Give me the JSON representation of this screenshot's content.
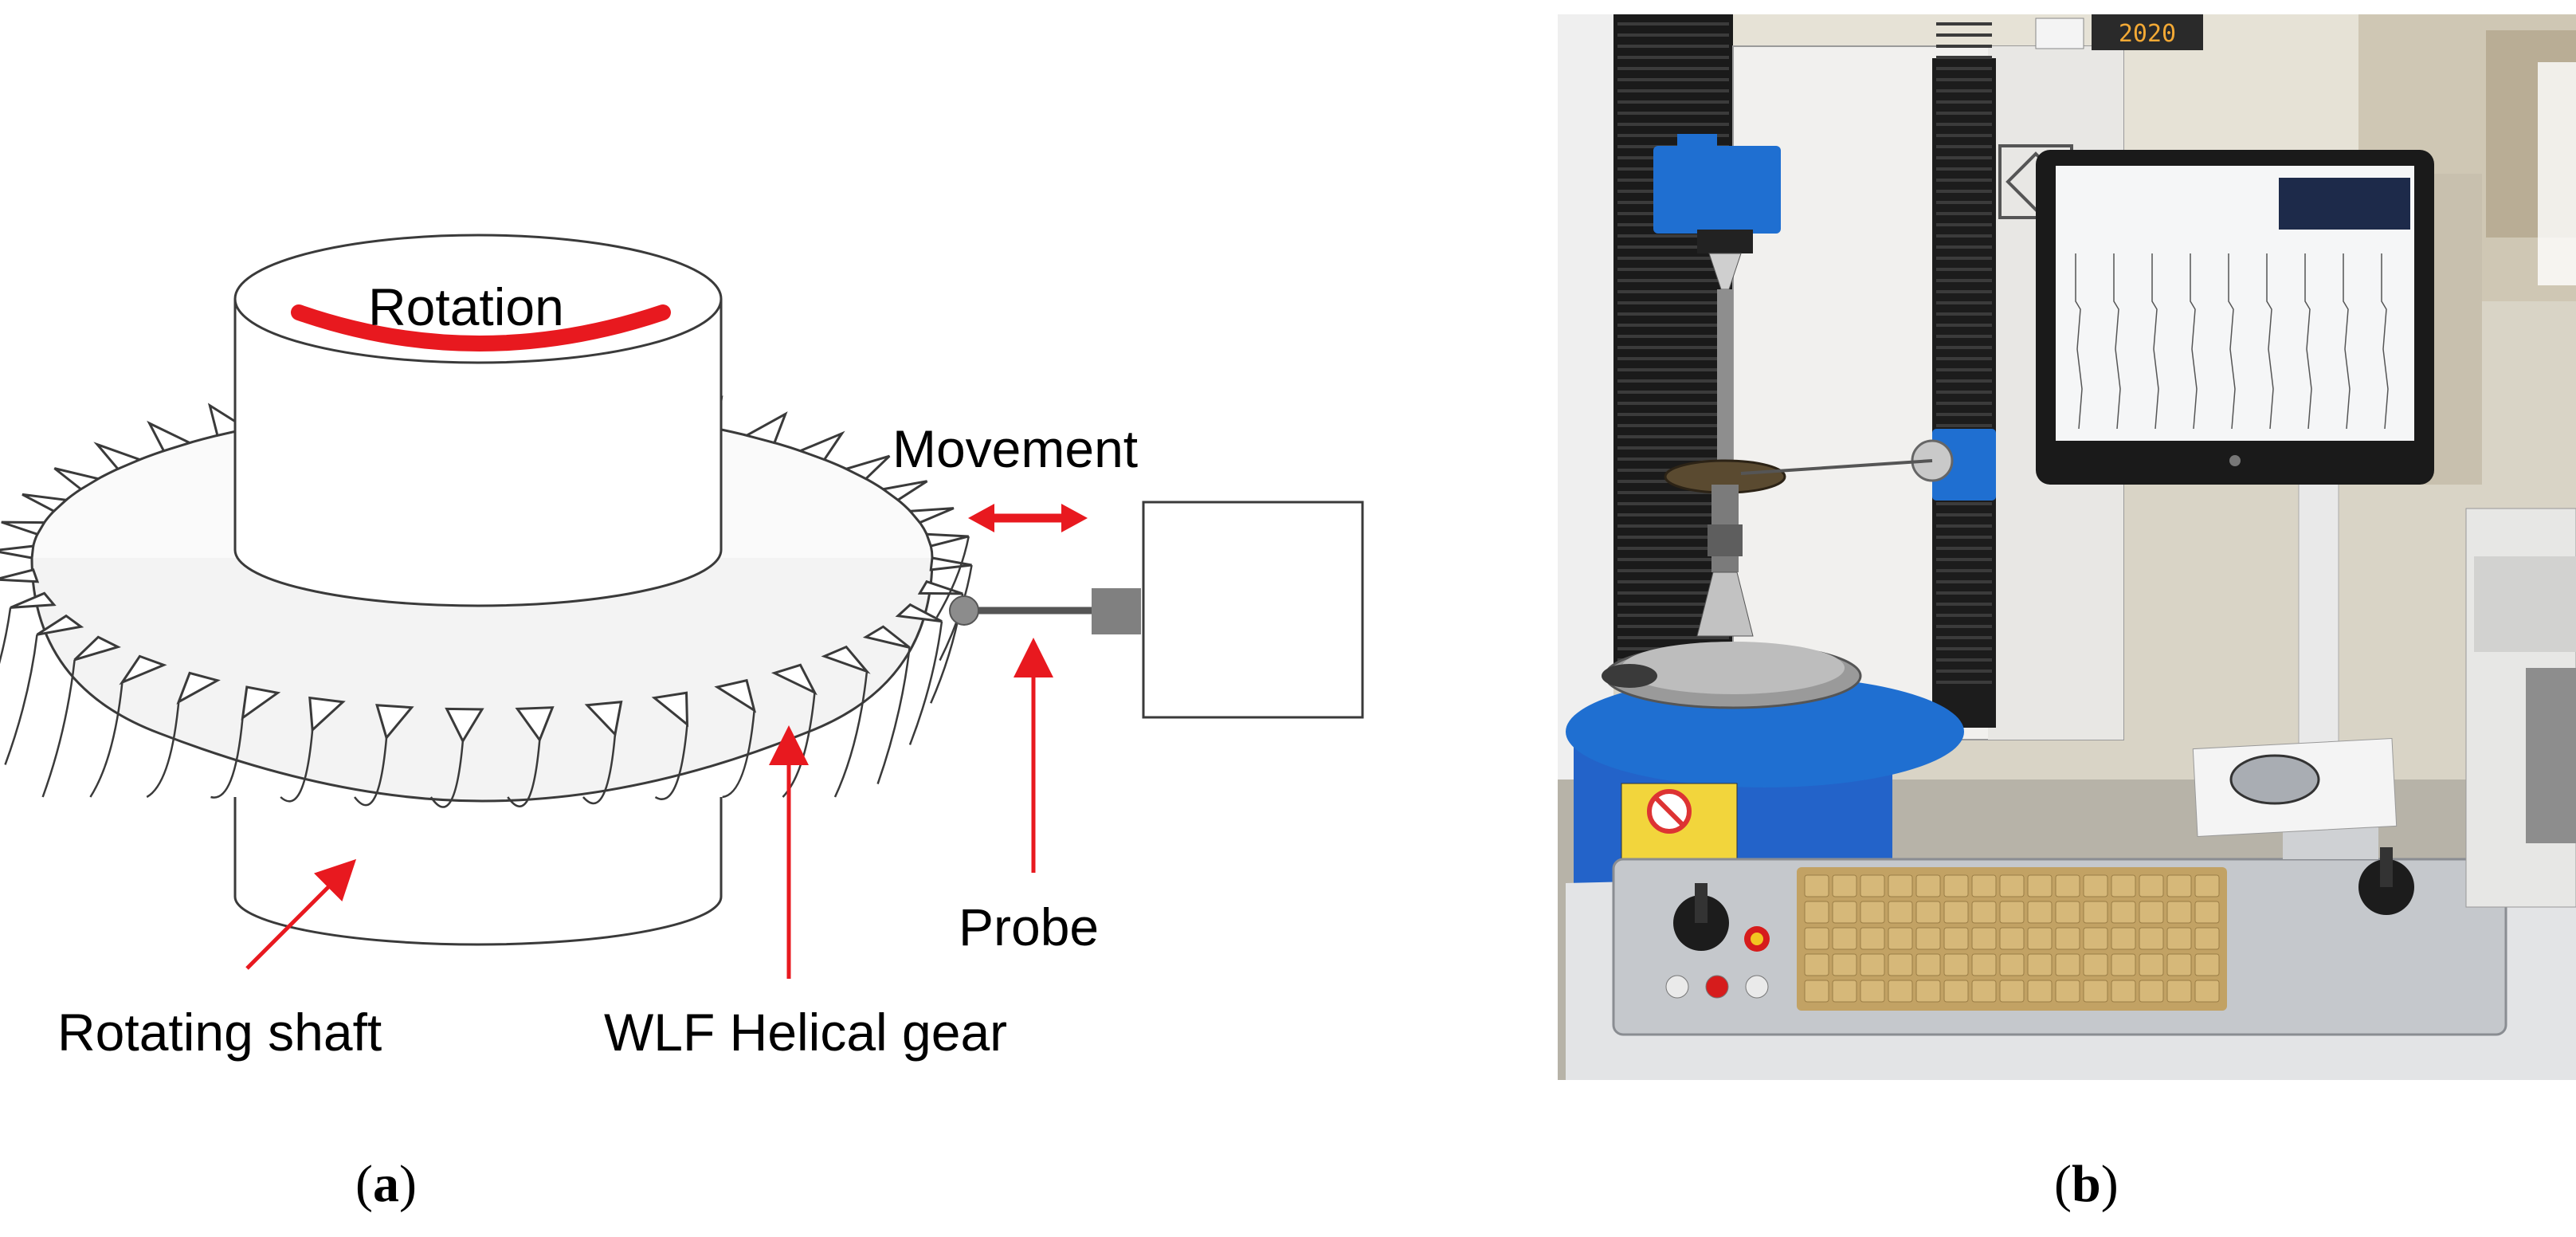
{
  "panel_a": {
    "labels": {
      "rotation": "Rotation",
      "movement": "Movement",
      "probe": "Probe",
      "rotating_shaft": "Rotating shaft",
      "gear": "WLF Helical gear"
    },
    "caption_open": "(",
    "caption_letter": "a",
    "caption_close": ")"
  },
  "panel_b": {
    "clock_display": "2020",
    "caption_open": "(",
    "caption_letter": "b",
    "caption_close": ")"
  },
  "colors": {
    "arrow_red": "#e8191f",
    "machine_blue": "#1f6fd1",
    "outline": "#3a3a3a"
  }
}
